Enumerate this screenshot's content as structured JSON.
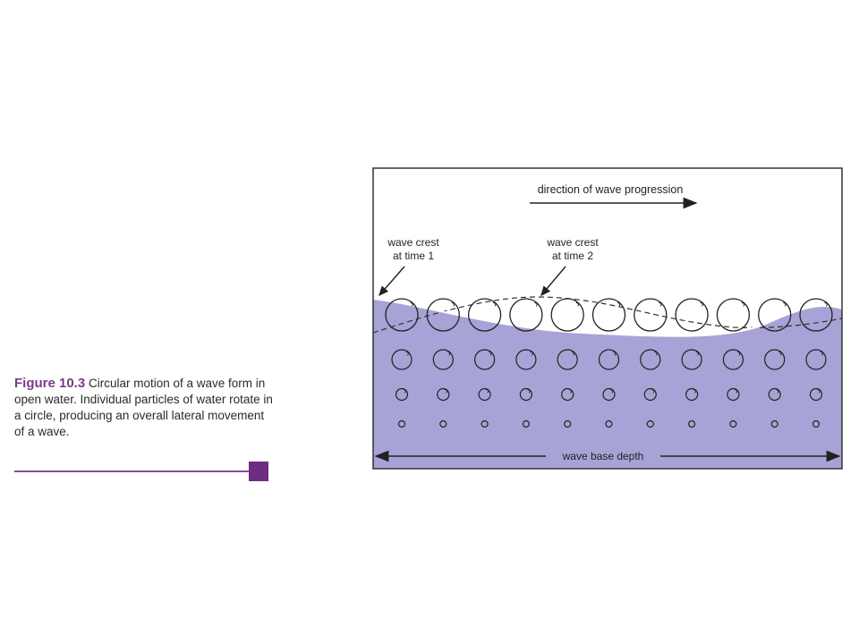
{
  "caption": {
    "figure_label": "Figure 10.3",
    "text": "Circular motion of a wave form in open water. Individual particles of water rotate in a circle, producing an overall lateral movement of a wave."
  },
  "diagram": {
    "direction_label": "direction of wave progression",
    "crest1_line1": "wave crest",
    "crest1_line2": "at time 1",
    "crest2_line1": "wave crest",
    "crest2_line2": "at time 2",
    "base_label": "wave base depth",
    "water_color": "#a7a3d6",
    "orbit_rows": [
      {
        "count": 11,
        "diameter": 36
      },
      {
        "count": 11,
        "diameter": 22
      },
      {
        "count": 11,
        "diameter": 13
      },
      {
        "count": 11,
        "diameter": 7
      }
    ]
  }
}
